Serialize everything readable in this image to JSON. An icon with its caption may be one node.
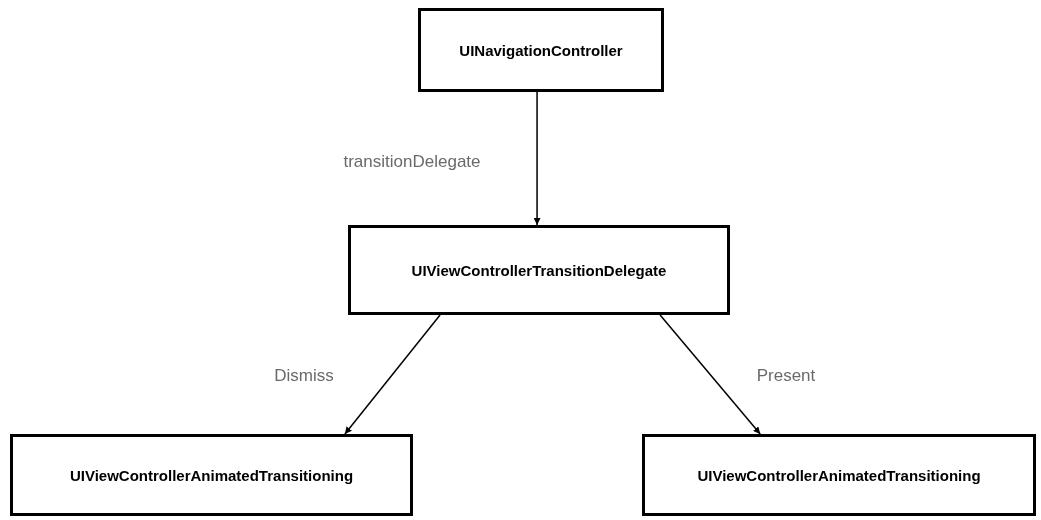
{
  "diagram": {
    "nodes": [
      {
        "text": [
          "UINavigationController"
        ]
      },
      {
        "text": [
          "UIViewControllerTransitionDelegate"
        ]
      },
      {
        "text": [
          "UIViewControllerAnimatedTransitioning"
        ]
      },
      {
        "text": [
          "UIViewControllerAnimatedTransitioning"
        ]
      }
    ],
    "edges": [
      {
        "from": 0,
        "to": 1,
        "arrow": "to",
        "label": "transitionDelegate"
      },
      {
        "from": 1,
        "to": 2,
        "arrow": "to",
        "label": "Dismiss"
      },
      {
        "from": 1,
        "to": 3,
        "arrow": "to",
        "label": "Present"
      }
    ]
  }
}
